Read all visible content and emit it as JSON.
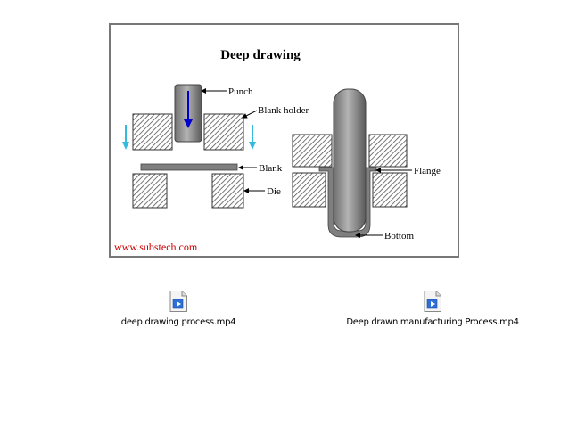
{
  "diagram": {
    "title": "Deep drawing",
    "labels": {
      "punch": "Punch",
      "blank_holder": "Blank holder",
      "blank": "Blank",
      "die": "Die",
      "flange": "Flange",
      "bottom": "Bottom"
    },
    "watermark": "www.substech.com",
    "colors": {
      "watermark": "#cc0000",
      "motion_arrow_punch": "#0000cc",
      "motion_arrow_holder": "#33bbdd",
      "hatch": "#555555",
      "punch_gray": "#8a8a8a",
      "frame_border": "#777777"
    }
  },
  "files": [
    {
      "name": "deep drawing process.mp4",
      "icon": "video-file-icon"
    },
    {
      "name": "Deep drawn manufacturing Process.mp4",
      "icon": "video-file-icon"
    }
  ]
}
